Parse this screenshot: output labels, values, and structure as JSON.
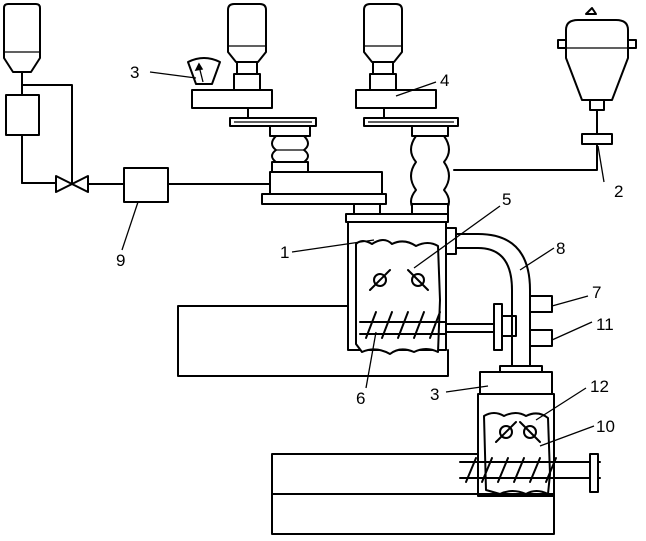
{
  "labels": {
    "l1": "1",
    "l2": "2",
    "l3a": "3",
    "l3b": "3",
    "l4": "4",
    "l5": "5",
    "l6": "6",
    "l7": "7",
    "l8": "8",
    "l9": "9",
    "l10": "10",
    "l11": "11",
    "l12": "12"
  }
}
